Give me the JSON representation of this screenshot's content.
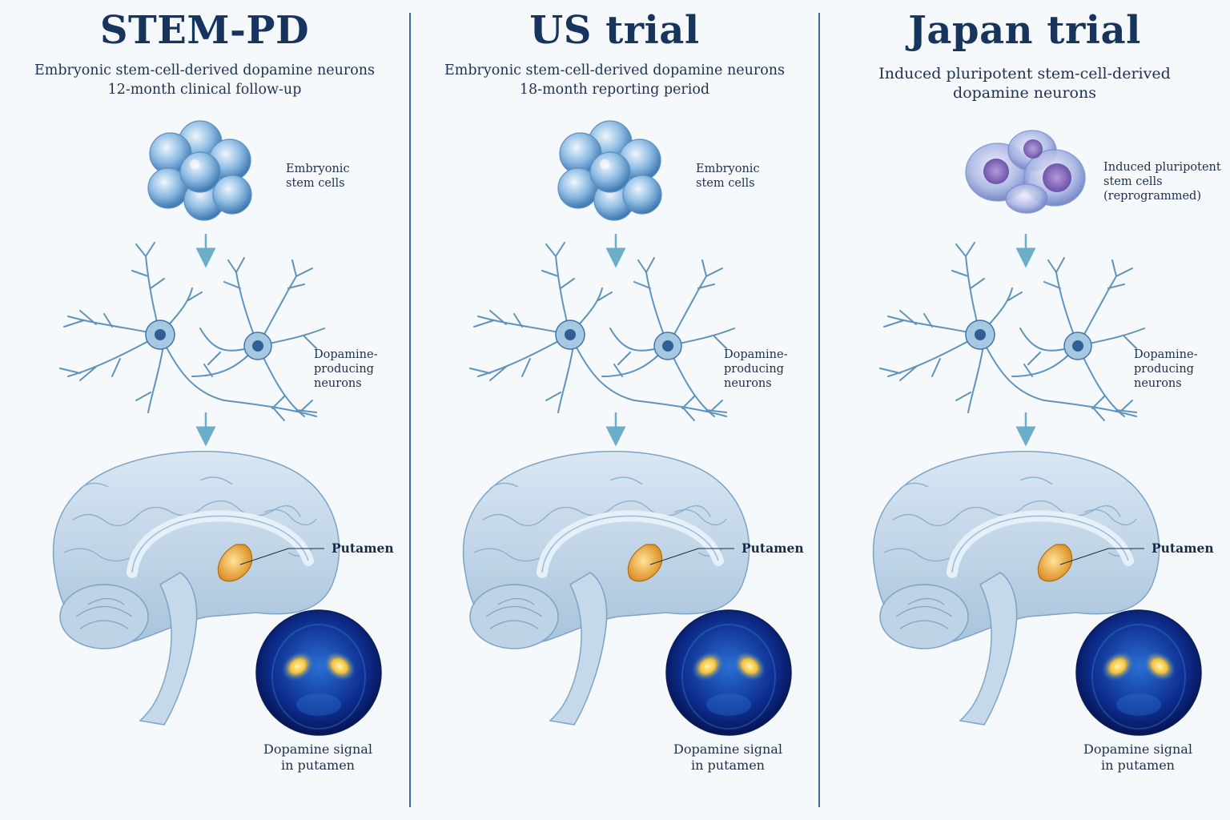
{
  "panels": [
    {
      "title": "STEM-PD",
      "subtitle_1": "Embryonic stem-cell-derived dopamine neurons",
      "subtitle_2": "12-month clinical follow-up",
      "cells_label_1": "Embryonic",
      "cells_label_2": "stem cells",
      "cells_label_3": "",
      "cell_type": "embryonic",
      "neurons_label_1": "Dopamine-",
      "neurons_label_2": "producing",
      "neurons_label_3": "neurons",
      "putamen_label": "Putamen",
      "signal_label_1": "Dopamine signal",
      "signal_label_2": "in putamen"
    },
    {
      "title": "US trial",
      "subtitle_1": "Embryonic stem-cell-derived dopamine neurons",
      "subtitle_2": "18-month reporting period",
      "cells_label_1": "Embryonic",
      "cells_label_2": "stem cells",
      "cells_label_3": "",
      "cell_type": "embryonic",
      "neurons_label_1": "Dopamine-",
      "neurons_label_2": "producing",
      "neurons_label_3": "neurons",
      "putamen_label": "Putamen",
      "signal_label_1": "Dopamine signal",
      "signal_label_2": "in putamen"
    },
    {
      "title": "Japan trial",
      "subtitle_1": "Induced pluripotent stem-cell-derived",
      "subtitle_2": "dopamine neurons",
      "cells_label_1": "Induced pluripotent",
      "cells_label_2": "stem cells",
      "cells_label_3": "(reprogrammed)",
      "cell_type": "ipsc",
      "neurons_label_1": "Dopamine-",
      "neurons_label_2": "producing",
      "neurons_label_3": "neurons",
      "putamen_label": "Putamen",
      "signal_label_1": "Dopamine signal",
      "signal_label_2": "in putamen"
    }
  ],
  "colors": {
    "title": "#16345e",
    "divider": "#3f6a93",
    "arrow": "#6aaec8",
    "brain": "#c9dbea",
    "putamen": "#e9a83a",
    "scan_bg": "#0b1f6e",
    "ipsc_nucleus": "#7a5db5"
  },
  "icons": [
    "cell-cluster-icon",
    "down-arrow-icon",
    "neuron-icon",
    "brain-sagittal-icon",
    "pet-scan-icon"
  ]
}
